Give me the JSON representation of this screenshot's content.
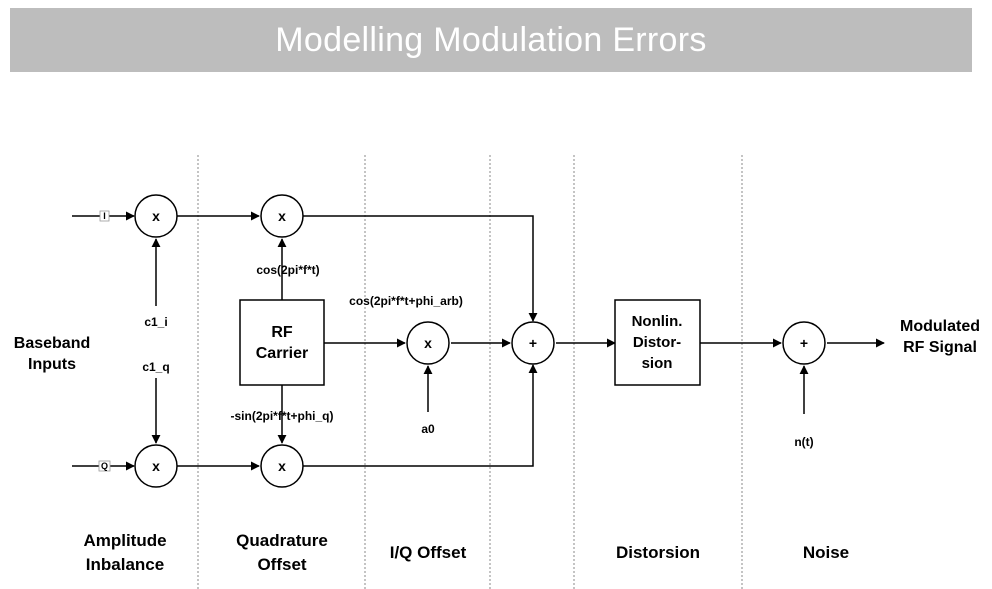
{
  "title": "Modelling Modulation Errors",
  "inputs": {
    "baseband": [
      "Baseband",
      "Inputs"
    ],
    "i_tag": "I",
    "q_tag": "Q"
  },
  "params": {
    "c1_i": "c1_i",
    "c1_q": "c1_q",
    "cos_carrier": "cos(2pi*f*t)",
    "sin_carrier": "-sin(2pi*f*t+phi_q)",
    "cos_arb": "cos(2pi*f*t+phi_arb)",
    "a0": "a0",
    "noise": "n(t)"
  },
  "operators": {
    "multiply": "x",
    "add": "+"
  },
  "blocks": {
    "rf_carrier": [
      "RF",
      "Carrier"
    ],
    "nonlin": [
      "Nonlin.",
      "Distor-",
      "sion"
    ]
  },
  "output": [
    "Modulated",
    "RF Signal"
  ],
  "sections": {
    "amplitude": [
      "Amplitude",
      "Inbalance"
    ],
    "quadrature": [
      "Quadrature",
      "Offset"
    ],
    "iq_offset": "I/Q Offset",
    "distorsion": "Distorsion",
    "noise": "Noise"
  },
  "colors": {
    "title_bar": "#bdbdbd",
    "title_text": "#ffffff",
    "line": "#000000",
    "divider": "#888888"
  }
}
